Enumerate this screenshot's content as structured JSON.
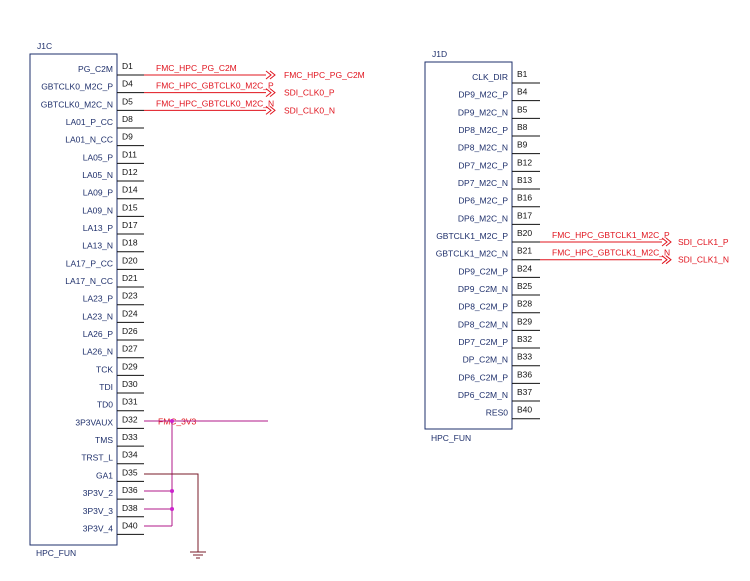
{
  "colors": {
    "component": "#1e2f6b",
    "pin": "#111111",
    "net": "#e0141e",
    "power_wire": "#b0188a",
    "junction": "#cc22cc",
    "ground": "#7a1b2a"
  },
  "icons": {
    "offpage_connector": "double-chevron-right-icon",
    "ground": "ground-symbol-icon"
  },
  "components": [
    {
      "ref": "J1C",
      "footer": "HPC_FUN",
      "pins": [
        {
          "name": "PG_C2M",
          "num": "D1",
          "net": "FMC_HPC_PG_C2M",
          "port": "FMC_HPC_PG_C2M"
        },
        {
          "name": "GBTCLK0_M2C_P",
          "num": "D4",
          "net": "FMC_HPC_GBTCLK0_M2C_P",
          "port": "SDI_CLK0_P"
        },
        {
          "name": "GBTCLK0_M2C_N",
          "num": "D5",
          "net": "FMC_HPC_GBTCLK0_M2C_N",
          "port": "SDI_CLK0_N"
        },
        {
          "name": "LA01_P_CC",
          "num": "D8"
        },
        {
          "name": "LA01_N_CC",
          "num": "D9"
        },
        {
          "name": "LA05_P",
          "num": "D11"
        },
        {
          "name": "LA05_N",
          "num": "D12"
        },
        {
          "name": "LA09_P",
          "num": "D14"
        },
        {
          "name": "LA09_N",
          "num": "D15"
        },
        {
          "name": "LA13_P",
          "num": "D17"
        },
        {
          "name": "LA13_N",
          "num": "D18"
        },
        {
          "name": "LA17_P_CC",
          "num": "D20"
        },
        {
          "name": "LA17_N_CC",
          "num": "D21"
        },
        {
          "name": "LA23_P",
          "num": "D23"
        },
        {
          "name": "LA23_N",
          "num": "D24"
        },
        {
          "name": "LA26_P",
          "num": "D26"
        },
        {
          "name": "LA26_N",
          "num": "D27"
        },
        {
          "name": "TCK",
          "num": "D29"
        },
        {
          "name": "TDI",
          "num": "D30"
        },
        {
          "name": "TD0",
          "num": "D31"
        },
        {
          "name": "3P3VAUX",
          "num": "D32",
          "net": "FMC_3V3"
        },
        {
          "name": "TMS",
          "num": "D33"
        },
        {
          "name": "TRST_L",
          "num": "D34"
        },
        {
          "name": "GA1",
          "num": "D35"
        },
        {
          "name": "3P3V_2",
          "num": "D36"
        },
        {
          "name": "3P3V_3",
          "num": "D38"
        },
        {
          "name": "3P3V_4",
          "num": "D40"
        }
      ]
    },
    {
      "ref": "J1D",
      "footer": "HPC_FUN",
      "pins": [
        {
          "name": "CLK_DIR",
          "num": "B1"
        },
        {
          "name": "DP9_M2C_P",
          "num": "B4"
        },
        {
          "name": "DP9_M2C_N",
          "num": "B5"
        },
        {
          "name": "DP8_M2C_P",
          "num": "B8"
        },
        {
          "name": "DP8_M2C_N",
          "num": "B9"
        },
        {
          "name": "DP7_M2C_P",
          "num": "B12"
        },
        {
          "name": "DP7_M2C_N",
          "num": "B13"
        },
        {
          "name": "DP6_M2C_P",
          "num": "B16"
        },
        {
          "name": "DP6_M2C_N",
          "num": "B17"
        },
        {
          "name": "GBTCLK1_M2C_P",
          "num": "B20",
          "net": "FMC_HPC_GBTCLK1_M2C_P",
          "port": "SDI_CLK1_P"
        },
        {
          "name": "GBTCLK1_M2C_N",
          "num": "B21",
          "net": "FMC_HPC_GBTCLK1_M2C_N",
          "port": "SDI_CLK1_N"
        },
        {
          "name": "DP9_C2M_P",
          "num": "B24"
        },
        {
          "name": "DP9_C2M_N",
          "num": "B25"
        },
        {
          "name": "DP8_C2M_P",
          "num": "B28"
        },
        {
          "name": "DP8_C2M_N",
          "num": "B29"
        },
        {
          "name": "DP7_C2M_P",
          "num": "B32"
        },
        {
          "name": "DP_C2M_N",
          "num": "B33"
        },
        {
          "name": "DP6_C2M_P",
          "num": "B36"
        },
        {
          "name": "DP6_C2M_N",
          "num": "B37"
        },
        {
          "name": "RES0",
          "num": "B40"
        }
      ]
    }
  ]
}
